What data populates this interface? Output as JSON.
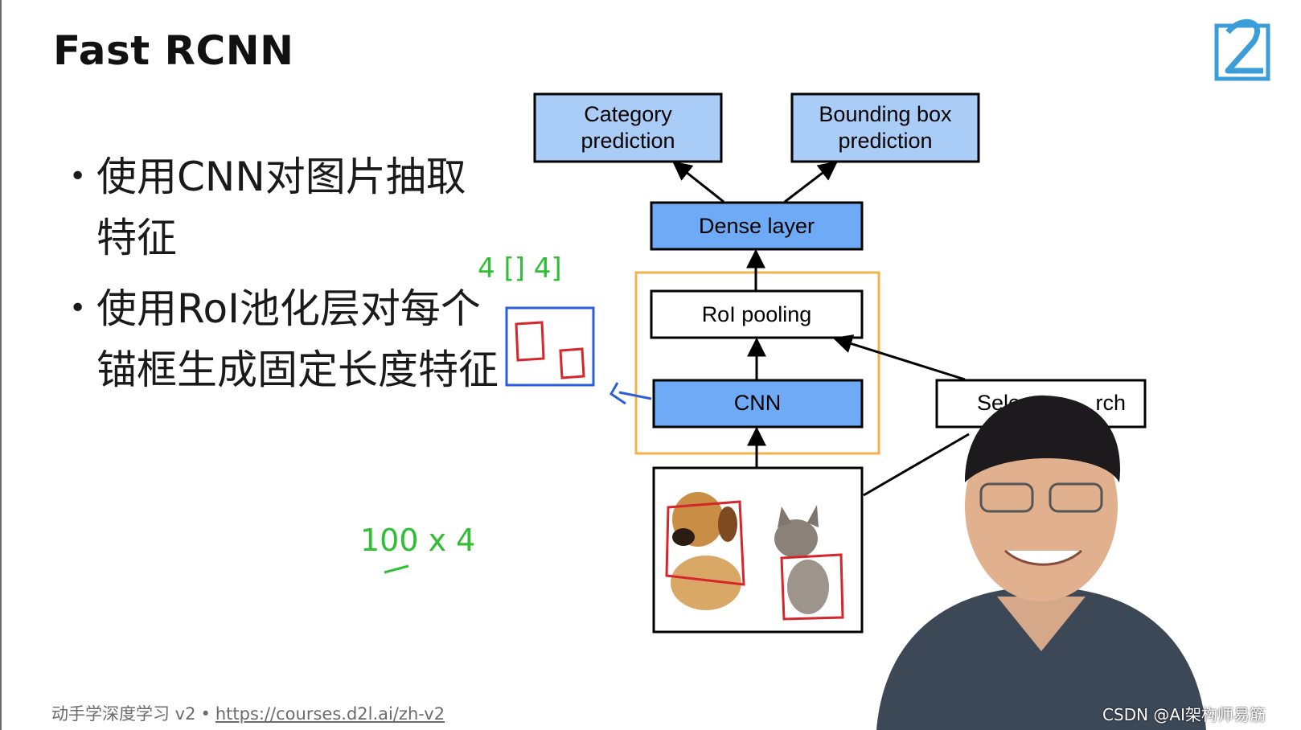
{
  "slide": {
    "title": "Fast RCNN",
    "bullets": [
      {
        "text": "使用CNN对图片抽取特征"
      },
      {
        "text": "使用RoI池化层对每个锚框生成固定长度特征"
      }
    ]
  },
  "diagram": {
    "category_prediction": "Category\nprediction",
    "category_line1": "Category",
    "category_line2": "prediction",
    "bbox_line1": "Bounding box",
    "bbox_line2": "prediction",
    "dense_layer": "Dense layer",
    "roi_pooling": "RoI pooling",
    "cnn": "CNN",
    "selective_search": "Selective search",
    "selective_search_visible_left": "Sele",
    "selective_search_visible_right": "rch"
  },
  "annotations": {
    "handwriting_dims": "4 [] 4]",
    "handwriting_count": "100 x 4"
  },
  "footer": {
    "course": "动手学深度学习 v2",
    "separator": "•",
    "link": "https://courses.d2l.ai/zh-v2"
  },
  "watermark": "CSDN @AI架构师易筋",
  "colors": {
    "box_blue": "#6eaaf5",
    "box_light_blue": "#a9cdf7",
    "roi_frame_orange": "#f0b24a",
    "handwriting_green": "#2fbf33",
    "handwriting_blue": "#2b5fd9",
    "handwriting_red": "#d6262b"
  }
}
